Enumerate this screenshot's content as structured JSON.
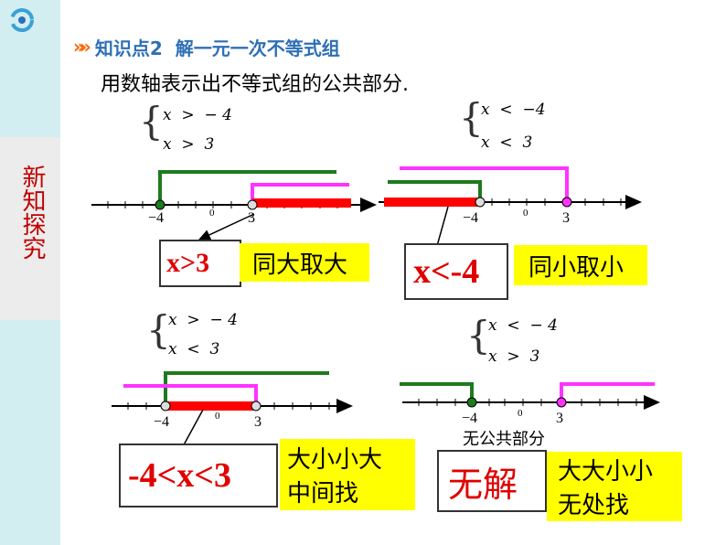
{
  "sidebar": {
    "label": "新知探究"
  },
  "header": {
    "arrows": "»»",
    "label": "知识点2",
    "title": "解一元一次不等式组"
  },
  "instruction": "用数轴表示出不等式组的公共部分.",
  "panels": [
    {
      "lines": [
        "x  >  − 4",
        "x  >  3"
      ],
      "ticks": [
        "−4",
        "0",
        "3"
      ],
      "answer": "x>3",
      "rule": "同大取大"
    },
    {
      "lines": [
        "x  <  −4",
        "x  <  3"
      ],
      "ticks": [
        "−4",
        "0",
        "3"
      ],
      "answer": "x<-4",
      "rule": "同小取小"
    },
    {
      "lines": [
        "x  >  − 4",
        "x  <  3"
      ],
      "ticks": [
        "−4",
        "0",
        "3"
      ],
      "answer": "-4<x<3",
      "rule_line1": "大小小大",
      "rule_line2": "中间找"
    },
    {
      "lines": [
        "x  <  − 4",
        "x  >  3"
      ],
      "ticks": [
        "−4",
        "0",
        "3"
      ],
      "note": "无公共部分",
      "answer": "无解",
      "rule_line1": "大大小小",
      "rule_line2": "无处找"
    }
  ],
  "colors": {
    "sidebar": "#d3eef0",
    "sidebar_label": "#c00000",
    "header": "#2e6fb5",
    "arrows": "#ff6600",
    "green": "#1e7a1e",
    "magenta": "#ff33ff",
    "red": "#ff0000",
    "answer_text": "#e00000",
    "rule_bg": "#ffff00"
  }
}
